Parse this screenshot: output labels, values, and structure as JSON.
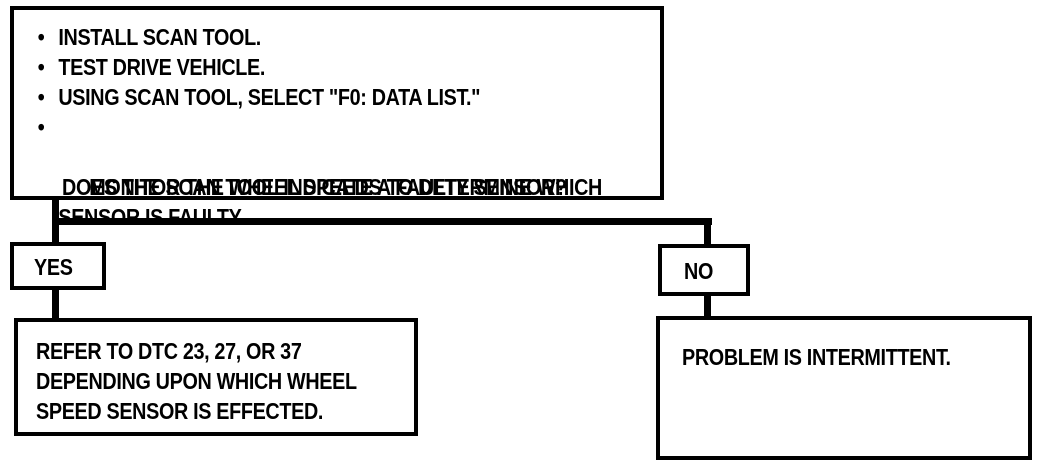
{
  "diagram": {
    "top_box": {
      "steps": [
        "INSTALL SCAN TOOL.",
        "TEST DRIVE VEHICLE.",
        "USING SCAN TOOL, SELECT \"F0: DATA LIST.\"",
        "MONITOR THE WHEEL SPEEDS TO DETERMINE WHICH\nSENSOR IS FAULTY."
      ],
      "question": "DOES THE SCAN TOOL INDICATE A FAULTY SENSOR?"
    },
    "yes_label": "YES",
    "no_label": "NO",
    "yes_result": "REFER TO DTC 23, 27, OR 37\nDEPENDING UPON WHICH WHEEL\nSPEED SENSOR IS EFFECTED.",
    "no_result": "PROBLEM IS INTERMITTENT."
  }
}
